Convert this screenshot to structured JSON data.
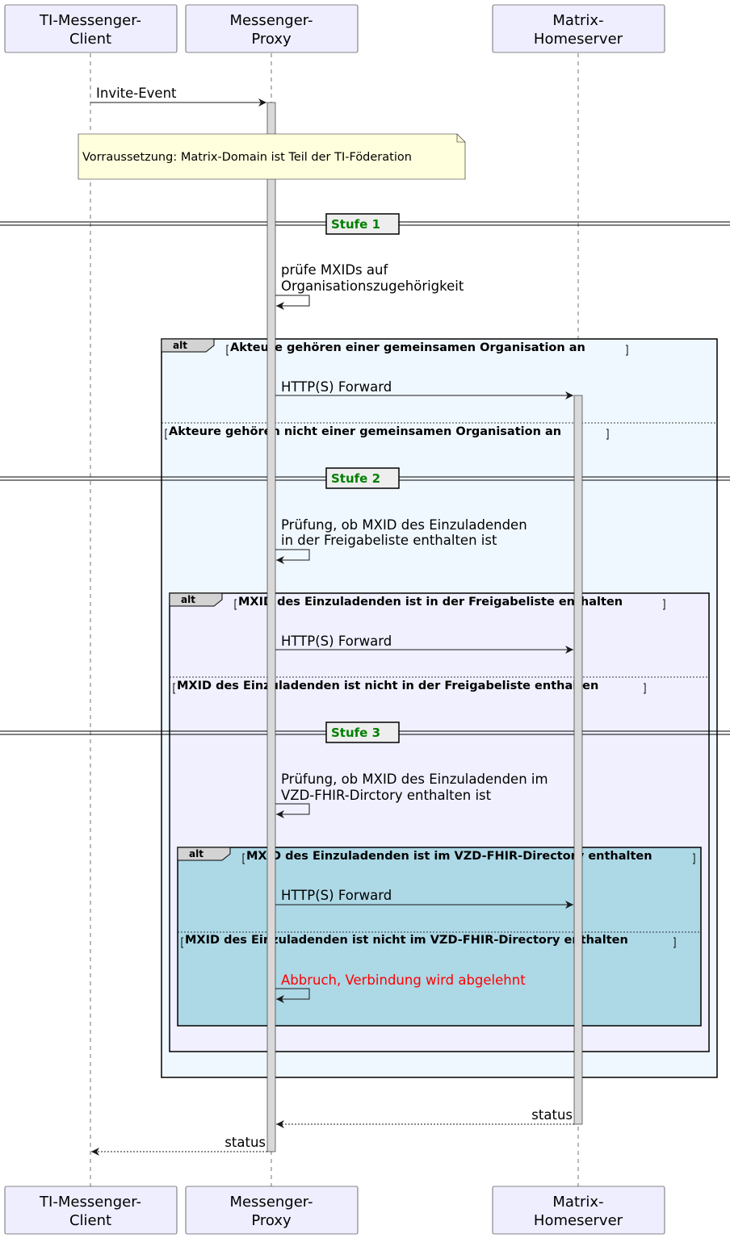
{
  "participants": [
    {
      "line1": "TI-Messenger-",
      "line2": "Client"
    },
    {
      "line1": "Messenger-",
      "line2": "Proxy"
    },
    {
      "line1": "Matrix-",
      "line2": "Homeserver"
    }
  ],
  "messages": {
    "invite": "Invite-Event",
    "check_org_line1": "prüfe MXIDs auf",
    "check_org_line2": "Organisationszugehörigkeit",
    "forward1": "HTTP(S) Forward",
    "check_list_line1": "Prüfung, ob MXID des Einzuladenden",
    "check_list_line2": "in der Freigabeliste enthalten ist",
    "forward2": "HTTP(S) Forward",
    "check_vzd_line1": "Prüfung, ob MXID des Einzuladenden im",
    "check_vzd_line2": "VZD-FHIR-Dirctory enthalten ist",
    "forward3": "HTTP(S) Forward",
    "abort": "Abbruch, Verbindung wird abgelehnt",
    "status_hs": "status",
    "status_proxy": "status"
  },
  "note": "Vorraussetzung: Matrix-Domain ist Teil der TI-Föderation",
  "dividers": {
    "stufe1": "Stufe 1",
    "stufe2": "Stufe 2",
    "stufe3": "Stufe 3"
  },
  "fragments": {
    "alt_keyword": "alt",
    "alt1_cond": "Akteure gehören einer gemeinsamen Organisation an",
    "alt1_else": "Akteure gehören nicht einer gemeinsamen Organisation an",
    "alt2_cond": "MXID des Einzuladenden ist in der Freigabeliste enthalten",
    "alt2_else": "MXID des Einzuladenden ist nicht in der Freigabeliste enthalten",
    "alt3_cond": "MXID des Einzuladenden ist im VZD-FHIR-Directory enthalten",
    "alt3_else": "MXID des Einzuladenden ist nicht im VZD-FHIR-Directory enthalten"
  },
  "colors": {
    "participant_fill": "#eeeeff",
    "note_fill": "#ffffdd",
    "alt1_fill": "#f0f8ff",
    "alt2_fill": "#f0f0ff",
    "alt3_fill": "#add8e6",
    "activation_fill": "#d9d9d9",
    "divider_text": "#008000",
    "abort_text": "#ff0000"
  }
}
